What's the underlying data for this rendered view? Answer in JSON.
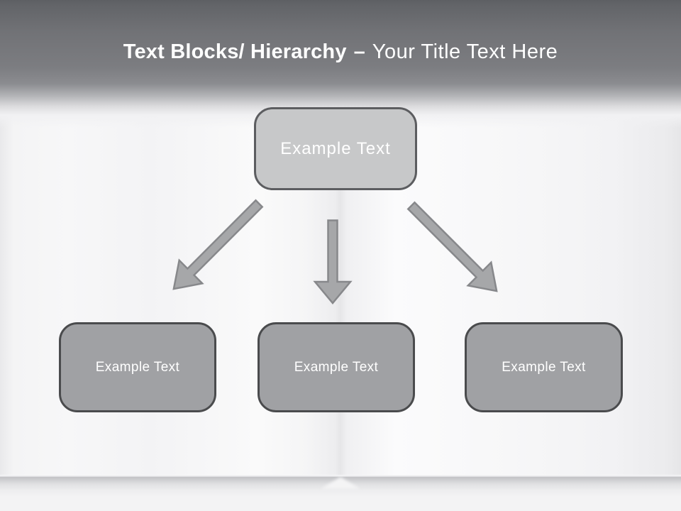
{
  "title": {
    "primary": "Text Blocks/ Hierarchy",
    "separator": "–",
    "secondary": "Your Title Text Here"
  },
  "diagram": {
    "root": {
      "label": "Example Text"
    },
    "children": [
      {
        "label": "Example Text"
      },
      {
        "label": "Example Text"
      },
      {
        "label": "Example Text"
      }
    ],
    "arrows": [
      "arrow-down-left",
      "arrow-down",
      "arrow-down-right"
    ]
  },
  "colors": {
    "banner_top": "#626468",
    "banner_bottom": "#8b8c90",
    "title_text": "#ffffff",
    "node_text": "#ffffff",
    "root_fill": "#c7c8c9",
    "root_border": "#5c5d60",
    "child_fill": "#a0a1a4",
    "child_border": "#4a4b4d",
    "arrow_fill": "#a6a7a9",
    "arrow_stroke": "#87888b"
  }
}
